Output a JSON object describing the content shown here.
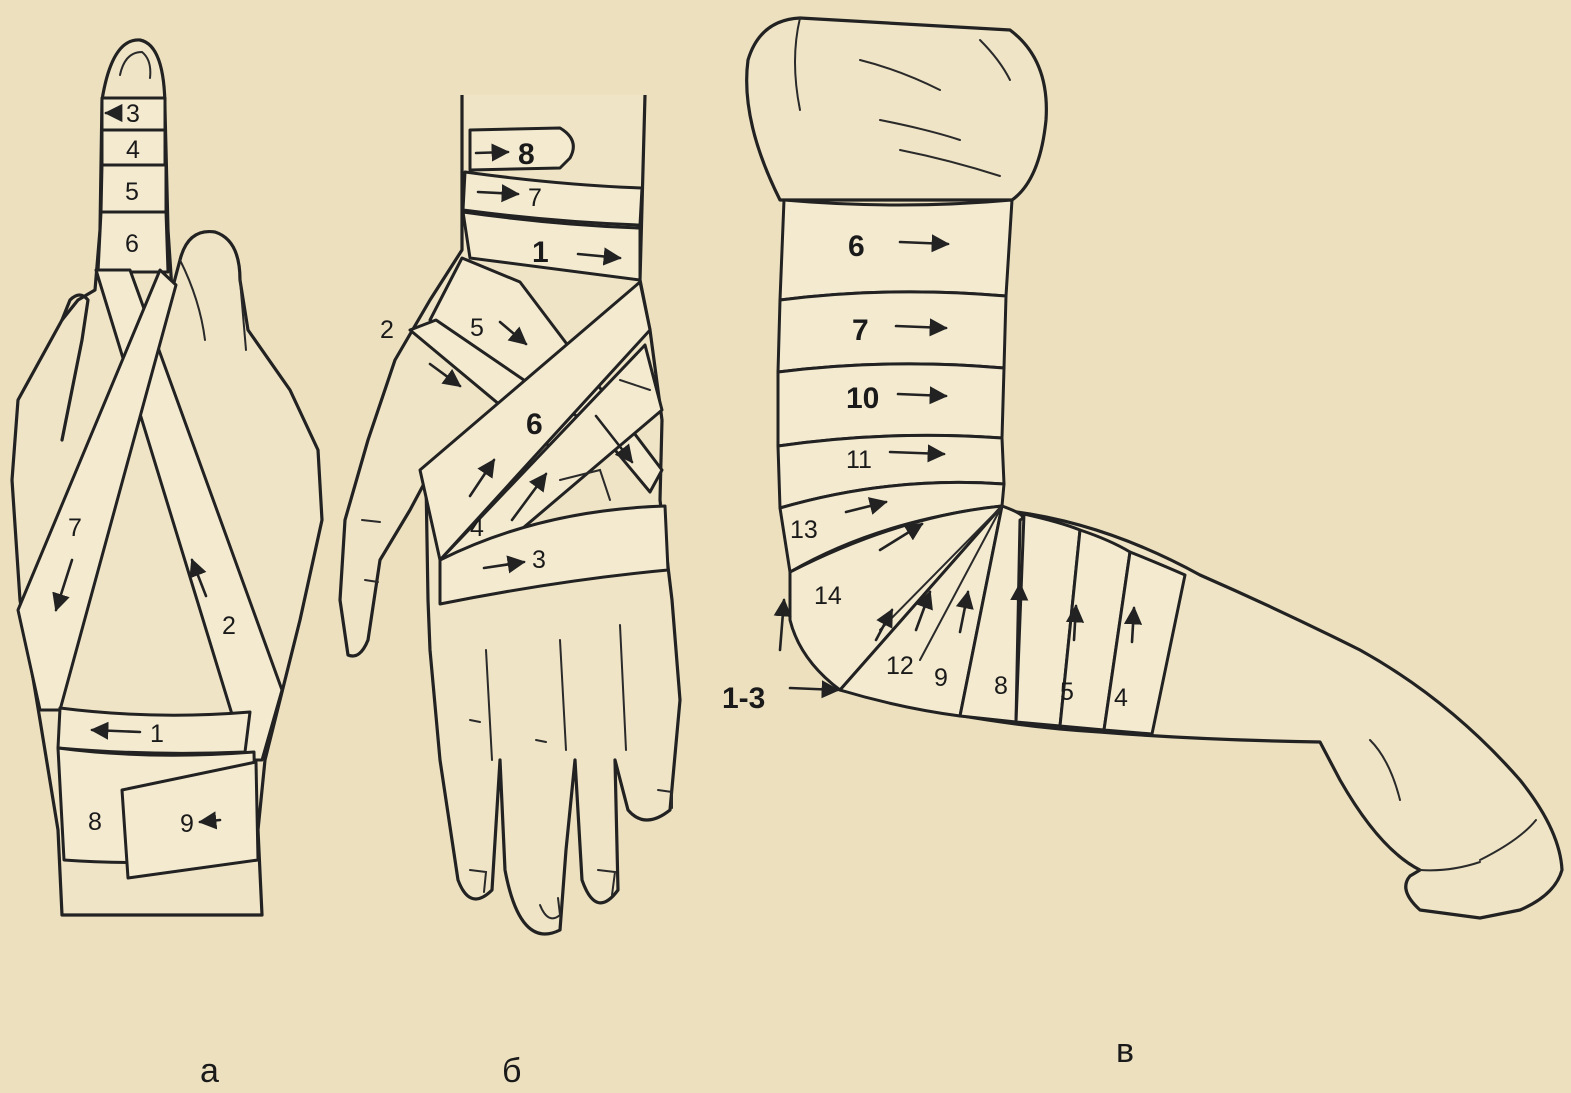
{
  "figure_a": {
    "caption": "а",
    "labels": [
      "3",
      "4",
      "5",
      "6",
      "7",
      "2",
      "1",
      "8",
      "9"
    ]
  },
  "figure_b": {
    "caption": "б",
    "labels": [
      "8",
      "7",
      "1",
      "2",
      "5",
      "6",
      "4",
      "3"
    ]
  },
  "figure_c": {
    "caption": "в",
    "labels": [
      "6",
      "7",
      "10",
      "11",
      "13",
      "14",
      "12",
      "9",
      "8",
      "5",
      "4",
      "1-3"
    ]
  },
  "colors": {
    "paper": "#ece0bf",
    "ink": "#222222",
    "bandage": "#f3ead0"
  }
}
